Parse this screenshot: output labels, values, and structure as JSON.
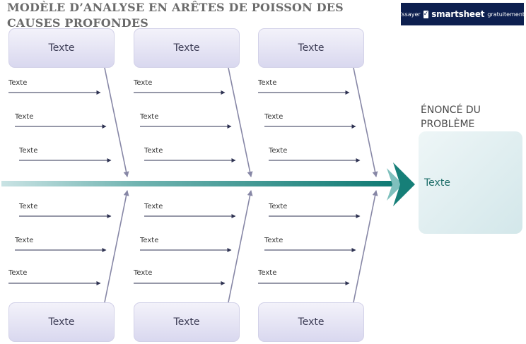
{
  "header": {
    "title": "MODÈLE D’ANALYSE EN ARÊTES DE POISSON DES CAUSES PROFONDES",
    "banner": {
      "prefix": "Essayer",
      "brand": "smartsheet",
      "suffix": "gratuitement."
    }
  },
  "categories_top": [
    "Texte",
    "Texte",
    "Texte"
  ],
  "categories_bottom": [
    "Texte",
    "Texte",
    "Texte"
  ],
  "causes": {
    "top_col1": [
      "Texte",
      "Texte",
      "Texte"
    ],
    "top_col2": [
      "Texte",
      "Texte",
      "Texte"
    ],
    "top_col3": [
      "Texte",
      "Texte",
      "Texte"
    ],
    "bottom_col1": [
      "Texte",
      "Texte",
      "Texte"
    ],
    "bottom_col2": [
      "Texte",
      "Texte",
      "Texte"
    ],
    "bottom_col3": [
      "Texte",
      "Texte",
      "Texte"
    ]
  },
  "problem": {
    "title": "ÉNONCÉ DU PROBLÈME",
    "text": "Texte"
  },
  "colors": {
    "spine": "#167f78",
    "bone": "#8787a6",
    "arrow": "#2e3252",
    "banner": "#0d1f4f"
  }
}
